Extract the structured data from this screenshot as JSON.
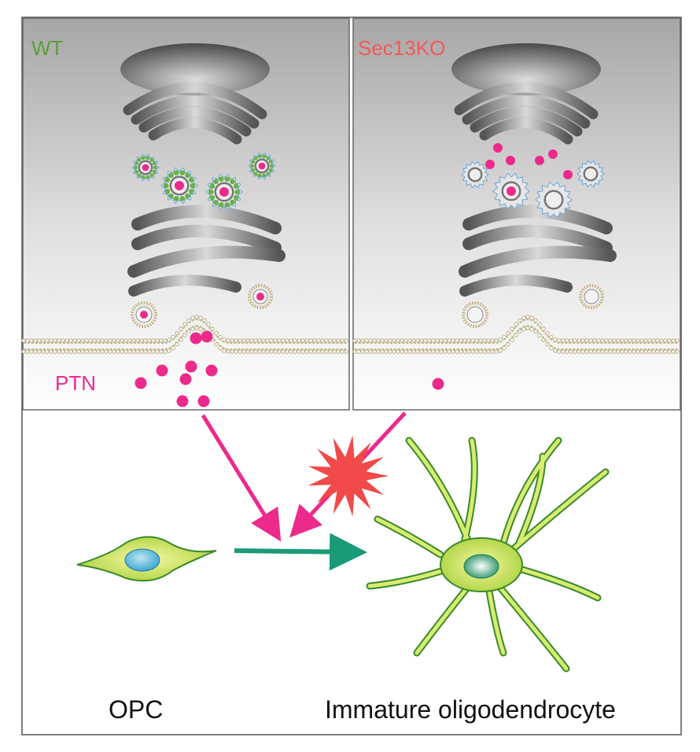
{
  "panels": {
    "wt": {
      "label": "WT",
      "color": "#5a9e3a"
    },
    "ko": {
      "label": "Sec13KO",
      "color": "#f05a5a"
    }
  },
  "secreted": {
    "label": "PTN",
    "color": "#ec2a8c"
  },
  "cells": {
    "opc": {
      "label": "OPC"
    },
    "immature": {
      "label": "Immature oligodendrocyte"
    }
  },
  "colors": {
    "arrow_pink": "#ec2a8c",
    "arrow_green": "#1a9a76",
    "block_star": "#f2494a",
    "membrane": "#c8b98a"
  }
}
